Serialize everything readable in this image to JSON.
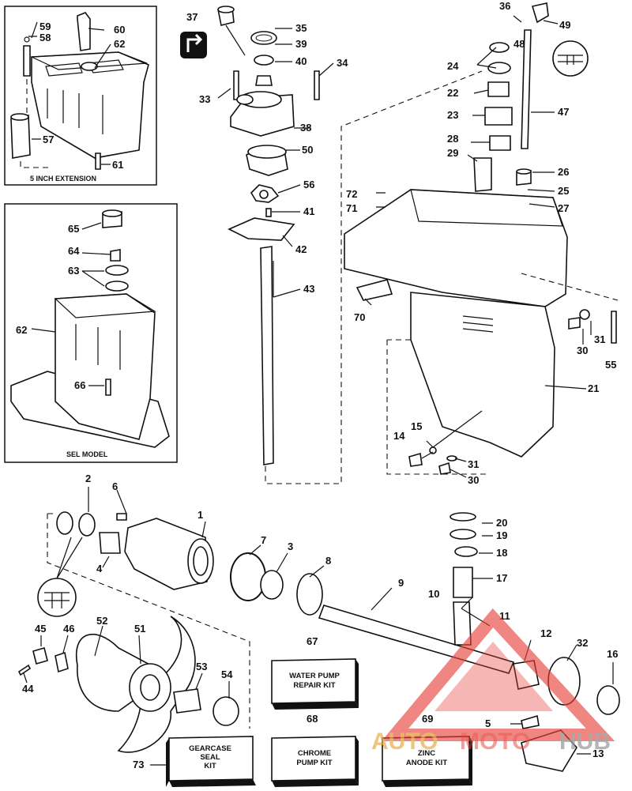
{
  "insets": {
    "extension_caption": "5 INCH EXTENSION",
    "sel_caption": "SEL MODEL"
  },
  "kits": {
    "water_pump": [
      "WATER PUMP",
      "REPAIR KIT"
    ],
    "chrome_pump": [
      "CHROME",
      "PUMP KIT"
    ],
    "gearcase_seal": [
      "GEARCASE",
      "SEAL",
      "KIT"
    ],
    "zinc_anode": [
      "ZINC",
      "ANODE KIT"
    ]
  },
  "callouts": {
    "c1": "1",
    "c2": "2",
    "c3": "3",
    "c4": "4",
    "c5": "5",
    "c6": "6",
    "c7": "7",
    "c8": "8",
    "c9": "9",
    "c10": "10",
    "c11": "11",
    "c12": "12",
    "c13": "13",
    "c14": "14",
    "c15": "15",
    "c16": "16",
    "c17": "17",
    "c18": "18",
    "c19": "19",
    "c20": "20",
    "c21": "21",
    "c22": "22",
    "c23": "23",
    "c24": "24",
    "c25": "25",
    "c26": "26",
    "c27": "27",
    "c28": "28",
    "c29": "29",
    "c30a": "30",
    "c30b": "30",
    "c31a": "31",
    "c31b": "31",
    "c32": "32",
    "c33": "33",
    "c34": "34",
    "c35": "35",
    "c36": "36",
    "c37": "37",
    "c38": "38",
    "c39": "39",
    "c40": "40",
    "c41": "41",
    "c42": "42",
    "c43": "43",
    "c44": "44",
    "c45": "45",
    "c46": "46",
    "c47": "47",
    "c48": "48",
    "c49": "49",
    "c50": "50",
    "c51": "51",
    "c52": "52",
    "c53": "53",
    "c54": "54",
    "c55": "55",
    "c56": "56",
    "c57": "57",
    "c58": "58",
    "c59": "59",
    "c60": "60",
    "c61": "61",
    "c62a": "62",
    "c62b": "62",
    "c63": "63",
    "c64": "64",
    "c65": "65",
    "c66": "66",
    "c67": "67",
    "c68": "68",
    "c69": "69",
    "c70": "70",
    "c71": "71",
    "c72": "72",
    "c73": "73"
  },
  "watermark": {
    "part1": "AUTO",
    "part2": "MOTO",
    "part3": "HUB"
  },
  "colors": {
    "watermark_gold": "#e8b04a",
    "watermark_red": "#e8413a"
  }
}
